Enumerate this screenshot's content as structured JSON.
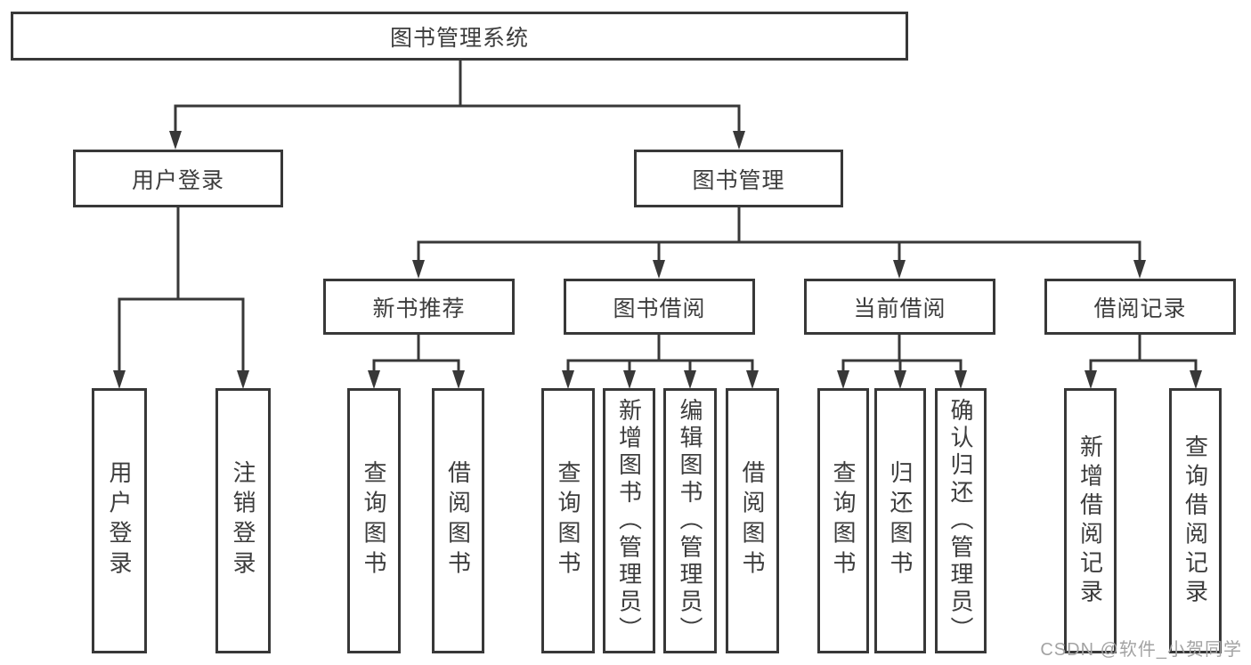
{
  "tree": {
    "root": "图书管理系统",
    "user_login": {
      "label": "用户登录",
      "children": [
        "用户登录",
        "注销登录"
      ]
    },
    "book_mgmt": {
      "label": "图书管理",
      "groups": [
        {
          "label": "新书推荐",
          "children": [
            "查询图书",
            "借阅图书"
          ]
        },
        {
          "label": "图书借阅",
          "children": [
            "查询图书",
            "新增图书（管理员）",
            "编辑图书（管理员）",
            "借阅图书"
          ]
        },
        {
          "label": "当前借阅",
          "children": [
            "查询图书",
            "归还图书",
            "确认归还（管理员）"
          ]
        },
        {
          "label": "借阅记录",
          "children": [
            "新增借阅记录",
            "查询借阅记录"
          ]
        }
      ]
    }
  },
  "watermark": "CSDN @软件_小贺同学",
  "colors": {
    "line": "#383838",
    "text": "#3d3d3d",
    "watermark": "#a3a3a3",
    "background": "#ffffff"
  }
}
